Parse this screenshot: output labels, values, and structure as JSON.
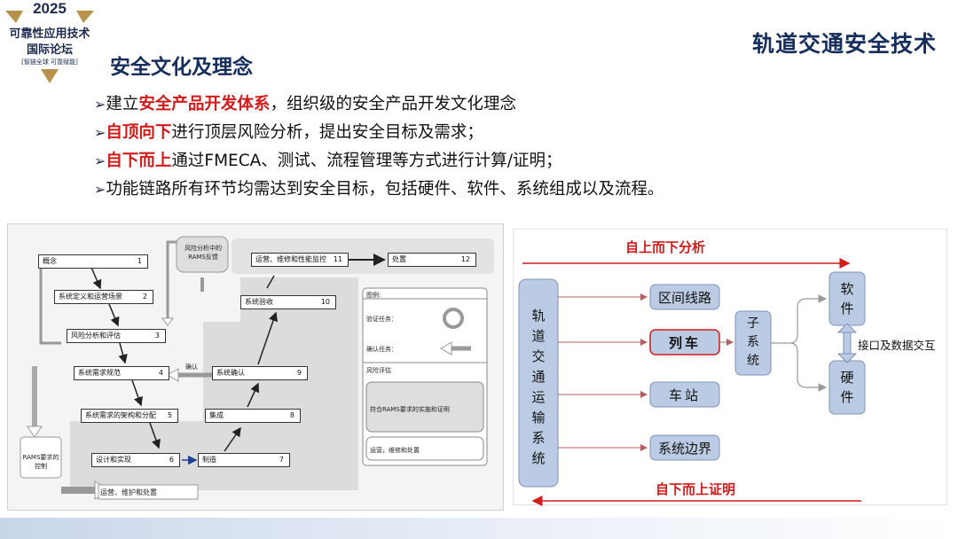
{
  "logo": {
    "year": "2025",
    "line1": "可靠性应用技术",
    "line2": "国际论坛",
    "line3": "[智链全球 可靠赋能]"
  },
  "page_title": "轨道交通安全技术",
  "section_title": "安全文化及理念",
  "bullets": [
    {
      "arrow": "➢",
      "pre": "建立",
      "hl": "安全产品开发体系",
      "post": "，组织级的安全产品开发文化理念"
    },
    {
      "arrow": "➢",
      "pre": "",
      "hl": "自顶向下",
      "post": "进行顶层风险分析，提出安全目标及需求；"
    },
    {
      "arrow": "➢",
      "pre": "",
      "hl": "自下而上",
      "post": "通过FMECA、测试、流程管理等方式进行计算/证明；"
    },
    {
      "arrow": "➢",
      "pre": "",
      "hl": "",
      "post": "功能链路所有环节均需达到安全目标，包括硬件、软件、系统组成以及流程。"
    }
  ],
  "left_diagram": {
    "boxes": [
      {
        "label": "概念",
        "num": "1"
      },
      {
        "label": "系统定义和运营场景",
        "num": "2"
      },
      {
        "label": "风险分析和评估",
        "num": "3"
      },
      {
        "label": "系统需求规范",
        "num": "4"
      },
      {
        "label": "系统需求的架构和分配",
        "num": "5"
      },
      {
        "label": "设计和实现",
        "num": "6"
      },
      {
        "label": "制造",
        "num": "7"
      },
      {
        "label": "集成",
        "num": "8"
      },
      {
        "label": "系统确认",
        "num": "9"
      },
      {
        "label": "系统验收",
        "num": "10"
      },
      {
        "label": "运营、维修和性能监控",
        "num": "11"
      },
      {
        "label": "处置",
        "num": "12"
      }
    ],
    "risk_monitor": "风险分析中的RAMS反馈",
    "confirm": "确认",
    "rams_control": "RAMS要求的控制",
    "bottom_label": "运营、维护和处置",
    "legend": {
      "title": "图例:",
      "verify": "验证任务：",
      "confirm": "确认任务：",
      "risk": "风险评估",
      "compliance": "符合RAMS要求的实施和证明",
      "ops": "运营，维修和处置"
    }
  },
  "right_diagram": {
    "top_label": "自上而下分析",
    "bottom_label": "自下而上证明",
    "system_chars": [
      "轨",
      "道",
      "交",
      "通",
      "运",
      "输",
      "系",
      "统"
    ],
    "items": [
      "区间线路",
      "列车",
      "车站",
      "系统边界"
    ],
    "subsystem_chars": [
      "子",
      "系",
      "统"
    ],
    "software_chars": [
      "软",
      "件"
    ],
    "hardware_chars": [
      "硬",
      "件"
    ],
    "interface": "接口及数据交互",
    "colors": {
      "red": "#d41a1a",
      "box": "#bccbe4",
      "arrow": "#b56060"
    }
  }
}
